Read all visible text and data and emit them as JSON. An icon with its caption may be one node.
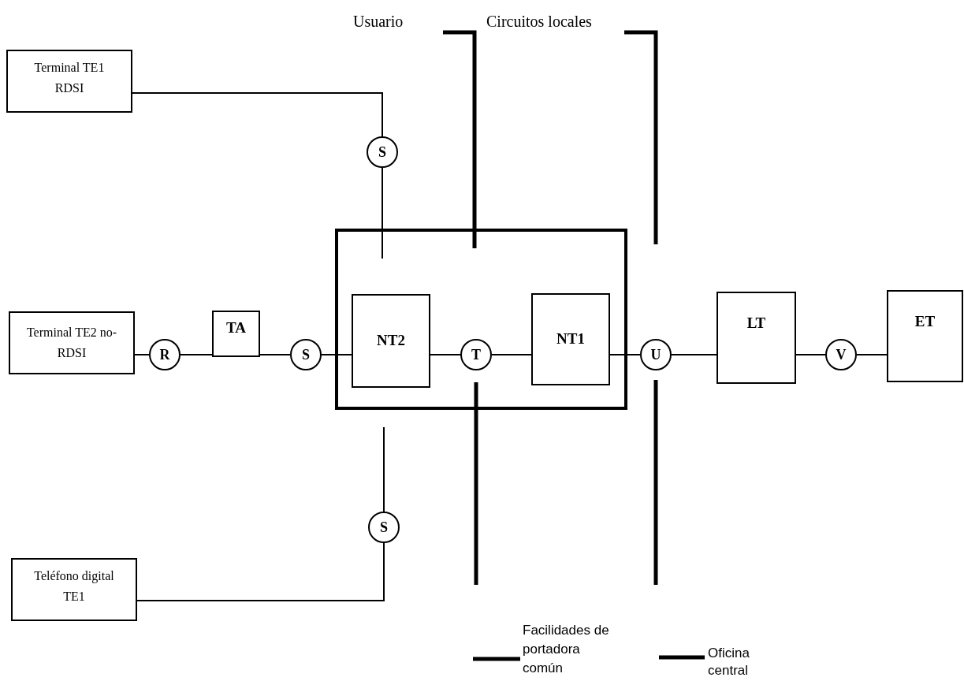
{
  "diagram": {
    "nodes": [
      {
        "text": [
          "Terminal TE1 RDSI"
        ]
      },
      {
        "text": [
          "S"
        ]
      },
      {
        "text": [
          "Terminal TE2 no-RDSI"
        ]
      },
      {
        "text": [
          "R"
        ]
      },
      {
        "text": [
          "TA"
        ]
      },
      {
        "text": [
          "S"
        ]
      },
      {
        "text": [],
        "shape": "box"
      },
      {
        "text": [
          "NT2"
        ],
        "in": 6
      },
      {
        "text": [
          "T"
        ],
        "in": 6
      },
      {
        "text": [
          "NT1"
        ],
        "in": 6
      },
      {
        "text": [
          "U"
        ]
      },
      {
        "text": [
          "LT"
        ]
      },
      {
        "text": [
          "V"
        ]
      },
      {
        "text": [
          "ET"
        ]
      },
      {
        "text": [
          "S"
        ]
      },
      {
        "text": [
          "Teléfono digital TE1"
        ]
      }
    ],
    "edges": [
      {
        "from": 0,
        "to": 1,
        "arrow": "none"
      },
      {
        "from": 1,
        "to": null,
        "arrow": "none"
      },
      {
        "from": 2,
        "to": 3,
        "arrow": "none"
      },
      {
        "from": 3,
        "to": 4,
        "arrow": "none"
      },
      {
        "from": 4,
        "to": 5,
        "arrow": "none"
      },
      {
        "from": 5,
        "to": 7,
        "arrow": "none"
      },
      {
        "from": 7,
        "to": 8,
        "arrow": "none"
      },
      {
        "from": 8,
        "to": 9,
        "arrow": "none"
      },
      {
        "from": 9,
        "to": 10,
        "arrow": "none"
      },
      {
        "from": 10,
        "to": 11,
        "arrow": "none"
      },
      {
        "from": 11,
        "to": 12,
        "arrow": "none"
      },
      {
        "from": 12,
        "to": 13,
        "arrow": "none"
      },
      {
        "from": 14,
        "to": null,
        "arrow": "none"
      },
      {
        "from": 15,
        "to": 14,
        "arrow": "none"
      }
    ],
    "labels": [
      "Usuario",
      "Circuitos locales"
    ],
    "legend": [
      {
        "text": "Facilidades de portadora común"
      },
      {
        "text": "Oficina central"
      }
    ]
  }
}
